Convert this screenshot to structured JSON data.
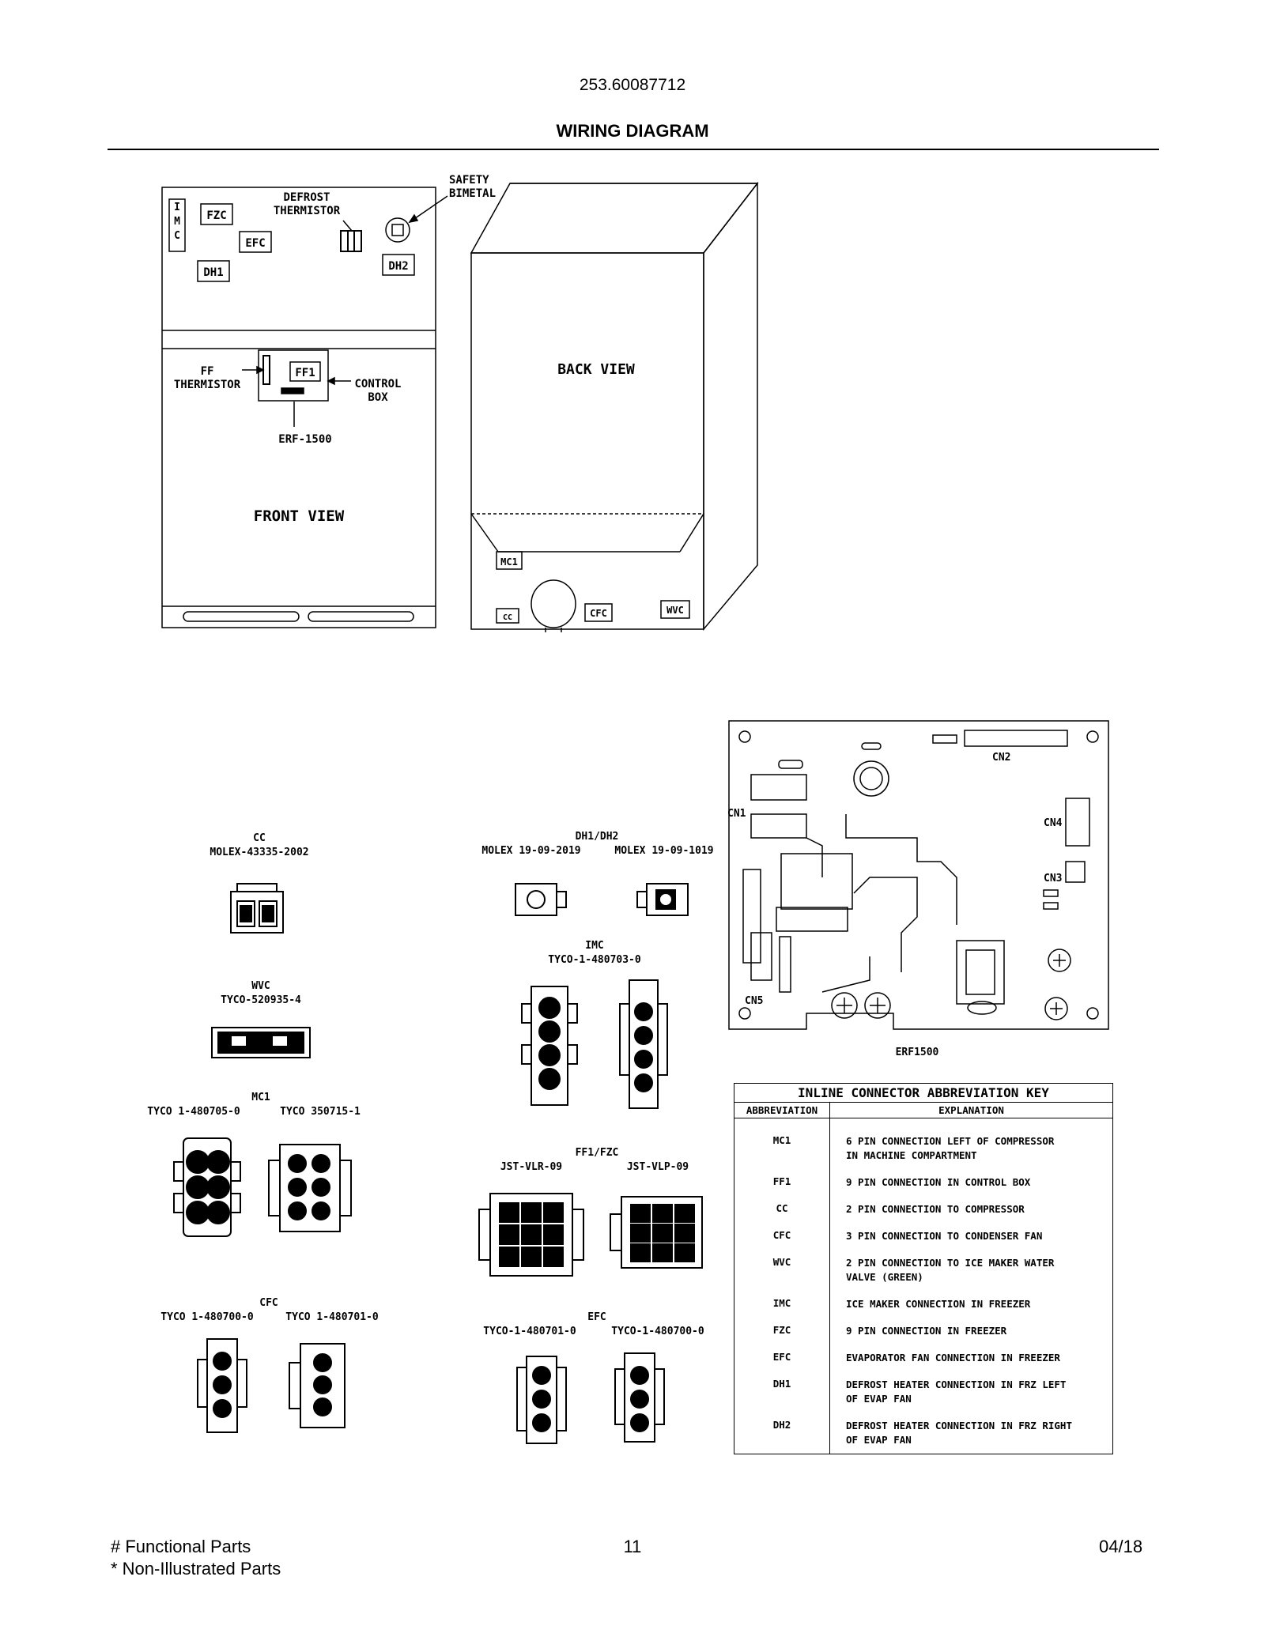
{
  "header": {
    "doc_number": "253.60087712",
    "title": "WIRING DIAGRAM"
  },
  "front_view": {
    "label": "FRONT VIEW",
    "defrost_thermistor": "DEFROST\nTHERMISTOR",
    "safety_bimetal": "SAFETY\nBIMETAL",
    "imc": "I\nM\nC",
    "fzc": "FZC",
    "efc": "EFC",
    "dh1": "DH1",
    "dh2": "DH2",
    "ff_thermistor": "FF\nTHERMISTOR",
    "ff1": "FF1",
    "control_box": "CONTROL\nBOX",
    "erf": "ERF-1500"
  },
  "back_view": {
    "label": "BACK VIEW",
    "mc1": "MC1",
    "cc": "CC",
    "cfc": "CFC",
    "wvc": "WVC"
  },
  "board": {
    "label": "ERF1500",
    "cn1": "CN1",
    "cn2": "CN2",
    "cn3": "CN3",
    "cn4": "CN4",
    "cn5": "CN5"
  },
  "connectors": {
    "cc": {
      "name": "CC",
      "part": "MOLEX-43335-2002"
    },
    "wvc": {
      "name": "WVC",
      "part": "TYCO-520935-4"
    },
    "mc1": {
      "name": "MC1",
      "part_a": "TYCO 1-480705-0",
      "part_b": "TYCO 350715-1"
    },
    "cfc": {
      "name": "CFC",
      "part_a": "TYCO 1-480700-0",
      "part_b": "TYCO 1-480701-0"
    },
    "dh": {
      "name": "DH1/DH2",
      "part_a": "MOLEX 19-09-2019",
      "part_b": "MOLEX 19-09-1019"
    },
    "imc": {
      "name": "IMC",
      "part": "TYCO-1-480703-0"
    },
    "ff1fzc": {
      "name": "FF1/FZC",
      "part_a": "JST-VLR-09",
      "part_b": "JST-VLP-09"
    },
    "efc": {
      "name": "EFC",
      "part_a": "TYCO-1-480701-0",
      "part_b": "TYCO-1-480700-0"
    }
  },
  "key_table": {
    "title": "INLINE CONNECTOR ABBREVIATION KEY",
    "col_abbr": "ABBREVIATION",
    "col_expl": "EXPLANATION",
    "rows": [
      {
        "abbr": "MC1",
        "expl": "6 PIN CONNECTION LEFT OF COMPRESSOR\nIN MACHINE COMPARTMENT"
      },
      {
        "abbr": "FF1",
        "expl": "9 PIN CONNECTION IN CONTROL BOX"
      },
      {
        "abbr": "CC",
        "expl": "2 PIN CONNECTION TO COMPRESSOR"
      },
      {
        "abbr": "CFC",
        "expl": "3 PIN CONNECTION TO CONDENSER FAN"
      },
      {
        "abbr": "WVC",
        "expl": "2 PIN CONNECTION TO ICE MAKER WATER\nVALVE (GREEN)"
      },
      {
        "abbr": "IMC",
        "expl": "ICE MAKER CONNECTION IN FREEZER"
      },
      {
        "abbr": "FZC",
        "expl": "9 PIN CONNECTION IN FREEZER"
      },
      {
        "abbr": "EFC",
        "expl": "EVAPORATOR FAN CONNECTION IN FREEZER"
      },
      {
        "abbr": "DH1",
        "expl": "DEFROST HEATER CONNECTION IN FRZ LEFT\nOF EVAP FAN"
      },
      {
        "abbr": "DH2",
        "expl": "DEFROST HEATER CONNECTION IN FRZ RIGHT\nOF EVAP FAN"
      }
    ]
  },
  "footer": {
    "functional": "# Functional Parts",
    "non_illustrated": "* Non-Illustrated Parts",
    "page": "11",
    "date": "04/18"
  }
}
